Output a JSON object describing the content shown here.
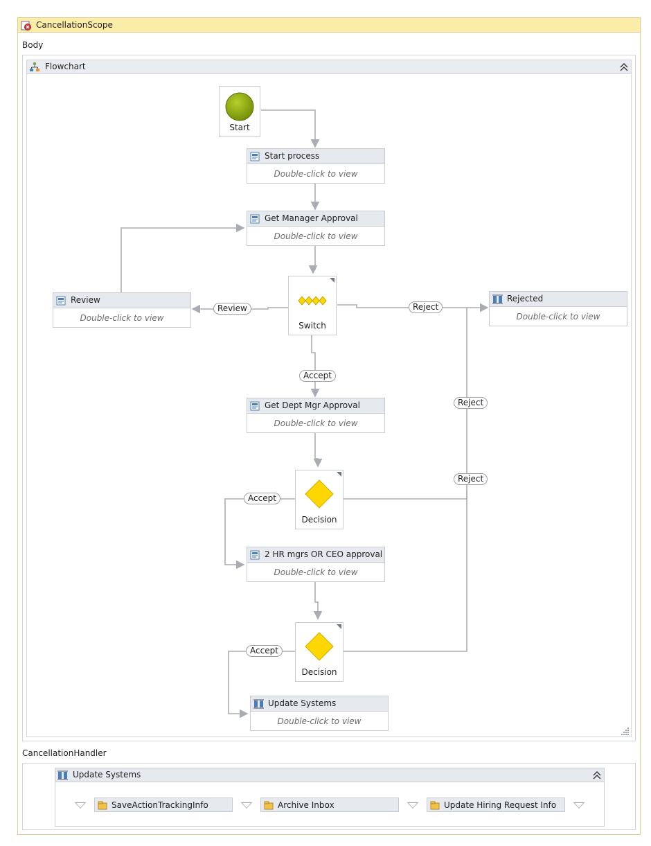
{
  "scope": {
    "title": "CancellationScope",
    "body_label": "Body",
    "handler_label": "CancellationHandler"
  },
  "flowchart": {
    "title": "Flowchart",
    "start_label": "Start",
    "activities": {
      "start_process": "Start process",
      "get_manager_approval": "Get Manager Approval",
      "review": "Review",
      "rejected": "Rejected",
      "get_dept_mgr_approval": "Get Dept Mgr Approval",
      "hr_ceo_approval": "2 HR mgrs OR CEO approval",
      "update_systems": "Update Systems"
    },
    "body_hint": "Double-click to view",
    "switch_label": "Switch",
    "decision_label": "Decision",
    "edges": {
      "review": "Review",
      "reject": "Reject",
      "accept": "Accept"
    }
  },
  "handler": {
    "sequence_title": "Update Systems",
    "items": [
      "SaveActionTrackingInfo",
      "Archive Inbox",
      "Update Hiring Request Info"
    ]
  },
  "colors": {
    "scope_header": "#fbeda8",
    "start_node": "#8aa80e",
    "decision": "#ffd700",
    "connector": "#a9adb3"
  },
  "icons": {
    "scope": "cancellation-scope-icon",
    "flowchart": "flowchart-icon",
    "collapse": "double-chevron-up-icon",
    "activity": "activity-icon",
    "parallel": "parallel-icon",
    "sequence_item": "folder-activity-icon",
    "resize": "resize-grip-icon"
  }
}
